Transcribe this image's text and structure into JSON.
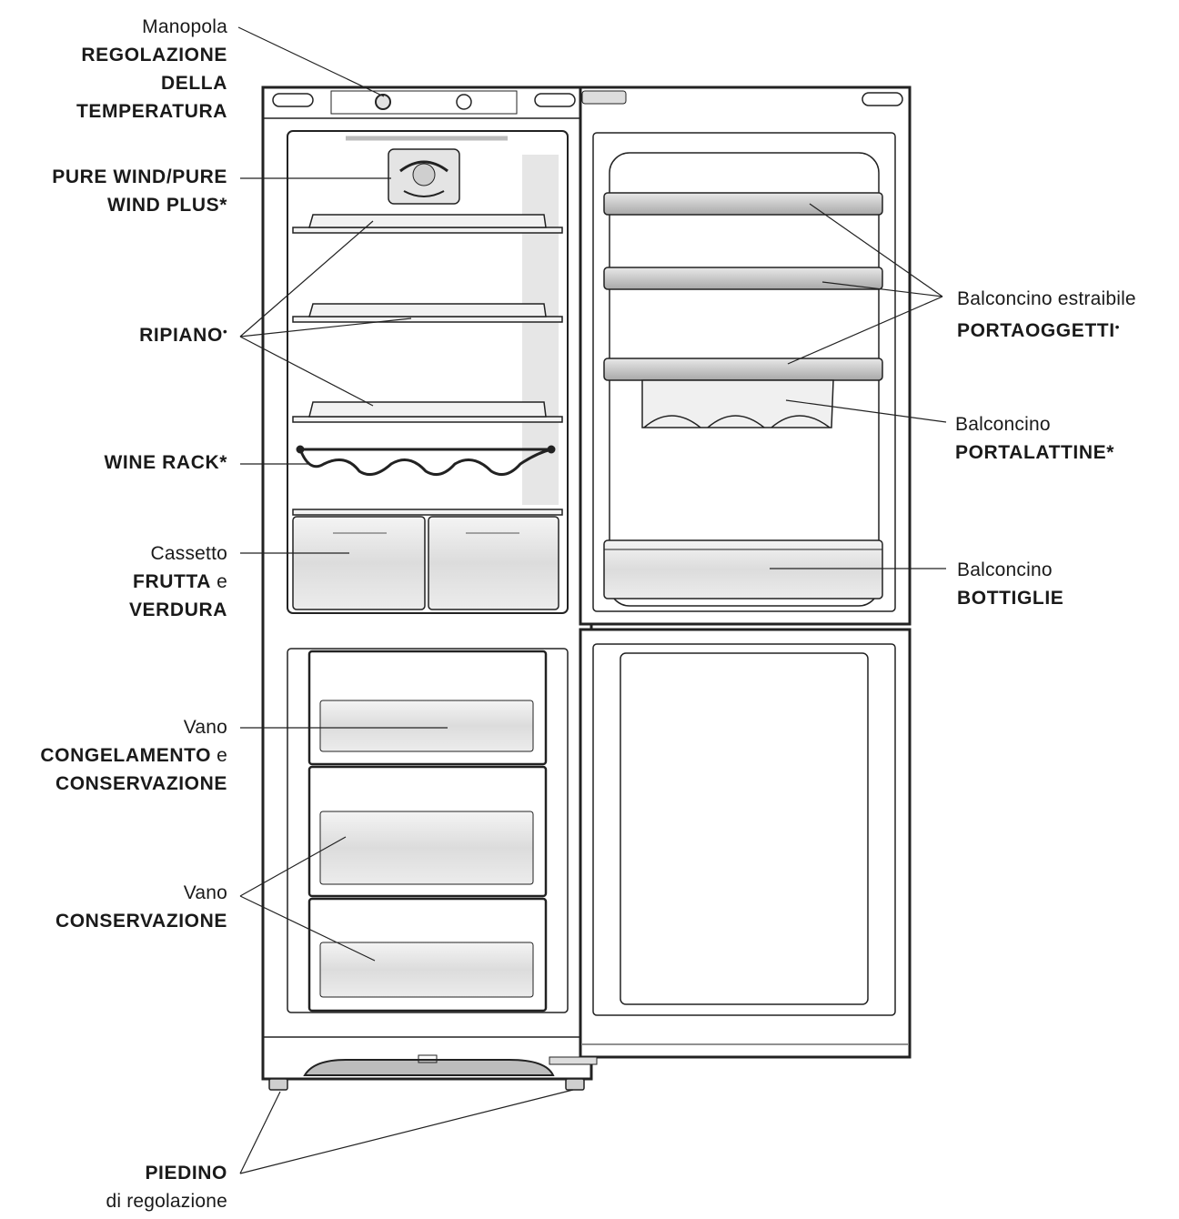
{
  "labels": {
    "manopola": {
      "line1": "Manopola",
      "line2": "REGOLAZIONE",
      "line3": "DELLA",
      "line4": "TEMPERATURA"
    },
    "pure_wind": {
      "line1": "PURE WIND/PURE",
      "line2": "WIND PLUS*"
    },
    "ripiano": {
      "text": "RIPIANO",
      "mark": "•"
    },
    "wine_rack": {
      "text": "WINE RACK*"
    },
    "cassetto": {
      "line1": "Cassetto",
      "line2_bold": "FRUTTA",
      "line2_normal": " e",
      "line3": "VERDURA"
    },
    "vano_congelamento": {
      "line1": "Vano",
      "line2_bold": "CONGELAMENTO",
      "line2_normal": " e",
      "line3": "CONSERVAZIONE"
    },
    "vano_conservazione": {
      "line1": "Vano",
      "line2": "CONSERVAZIONE"
    },
    "piedino": {
      "line1": "PIEDINO",
      "line2": "di regolazione"
    },
    "balconcino_estraibile": {
      "line1": "Balconcino estraibile",
      "line2": "PORTAOGGETTI",
      "mark": "•"
    },
    "balconcino_portalattine": {
      "line1": "Balconcino",
      "line2": "PORTALATTINE*"
    },
    "balconcino_bottiglie": {
      "line1": "Balconcino",
      "line2": "BOTTIGLIE"
    }
  }
}
